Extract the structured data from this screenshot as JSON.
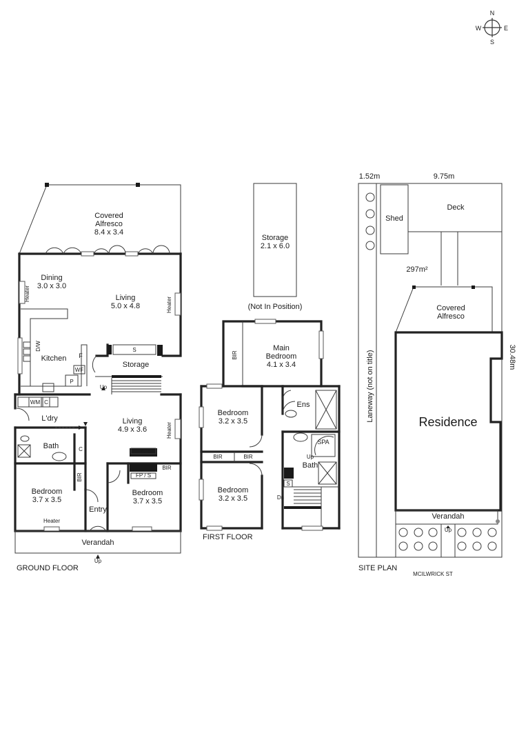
{
  "compass": {
    "n": "N",
    "s": "S",
    "e": "E",
    "w": "W"
  },
  "ground_floor": {
    "caption": "GROUND FLOOR",
    "alfresco": {
      "name": "Covered",
      "name2": "Alfresco",
      "size": "8.4 x 3.4"
    },
    "dining": {
      "name": "Dining",
      "size": "3.0 x 3.0"
    },
    "living_rear": {
      "name": "Living",
      "size": "5.0 x 4.8"
    },
    "living_front": {
      "name": "Living",
      "size": "4.9 x 3.6"
    },
    "kitchen": "Kitchen",
    "storage": "Storage",
    "laundry": "L'dry",
    "bath": "Bath",
    "bedroom_left": {
      "name": "Bedroom",
      "size": "3.7 x 3.5"
    },
    "bedroom_right": {
      "name": "Bedroom",
      "size": "3.7 x 3.5"
    },
    "entry": "Entry",
    "verandah": "Verandah",
    "heater": "Heater",
    "dw": "D/W",
    "f": "F",
    "wf": "WF",
    "p": "P",
    "s": "S",
    "wm": "WM",
    "c": "C",
    "bir": "BIR",
    "fps": "FP / S",
    "up": "Up"
  },
  "first_floor": {
    "caption": "FIRST FLOOR",
    "storage": {
      "name": "Storage",
      "size": "2.1 x 6.0",
      "note": "(Not In Position)"
    },
    "main_bedroom": {
      "name": "Main",
      "name2": "Bedroom",
      "size": "4.1 x 3.4"
    },
    "bedroom_upper": {
      "name": "Bedroom",
      "size": "3.2 x 3.5"
    },
    "bedroom_lower": {
      "name": "Bedroom",
      "size": "3.2 x 3.5"
    },
    "ens": "Ens",
    "spa": "SPA",
    "bath": "Bath",
    "bir": "BIR",
    "s": "S",
    "up": "Up",
    "dn": "Dn"
  },
  "site_plan": {
    "caption": "SITE PLAN",
    "street": "MCILWRICK ST",
    "dim_left": "1.52m",
    "dim_top": "9.75m",
    "dim_right": "30.48m",
    "area": "297m²",
    "shed": "Shed",
    "deck": "Deck",
    "alfresco": {
      "name": "Covered",
      "name2": "Alfresco"
    },
    "residence": "Residence",
    "laneway": "Laneway (not on title)",
    "verandah": "Verandah",
    "up": "Up"
  }
}
